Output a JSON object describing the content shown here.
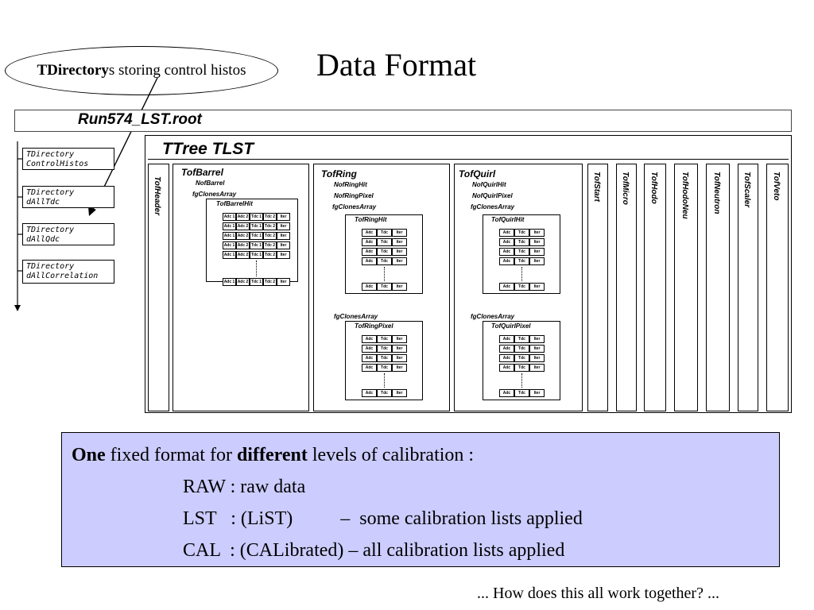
{
  "title": "Data Format",
  "callout": {
    "bold": "TDirectory",
    "rest": "s storing control histos"
  },
  "file_name": "Run574_LST.root",
  "tree_name": "TTree TLST",
  "directories": [
    {
      "line1": "TDirectory",
      "line2": "ControlHistos"
    },
    {
      "line1": "TDirectory",
      "line2": "dAllTdc"
    },
    {
      "line1": "TDirectory",
      "line2": "dAllQdc"
    },
    {
      "line1": "TDirectory",
      "line2": "dAllCorrelation"
    }
  ],
  "branches": {
    "header": "TofHeader",
    "barrel": {
      "title": "TofBarrel",
      "leaf1": "NofBarrel",
      "leaf2": "fgClonesArray",
      "inner": "TofBarrelHit",
      "cells": [
        "Adc 1",
        "Adc 2",
        "Tdc 1",
        "Tdc 2",
        "Iter"
      ]
    },
    "ring": {
      "title": "TofRing",
      "leaf1": "NofRingHit",
      "leaf2": "NofRingPixel",
      "leaf3": "fgClonesArray",
      "inner1": "TofRingHit",
      "inner2": "TofRingPixel",
      "leaf4": "fgClonesArray",
      "cells1": [
        "Adc",
        "Tdc",
        "Iter"
      ],
      "cells2": [
        "Adc",
        "Tdc",
        "Iter"
      ]
    },
    "quirl": {
      "title": "TofQuirl",
      "leaf1": "NofQuirlHit",
      "leaf2": "NofQuirlPixel",
      "leaf3": "fgClonesArray",
      "inner1": "TofQuirlHit",
      "inner2": "TofQuirlPixel",
      "leaf4": "fgClonesArray",
      "cells1": [
        "Adc",
        "Tdc",
        "Iter"
      ],
      "cells2": [
        "Adc",
        "Tdc",
        "Iter"
      ]
    },
    "others": [
      "TofStart",
      "TofMicro",
      "TofHodo",
      "TofHodoNeu",
      "TofNeutron",
      "TofScaler",
      "TofVeto"
    ]
  },
  "info": {
    "line1_bold1": "One",
    "line1_mid": " fixed format for ",
    "line1_bold2": "different",
    "line1_end": " levels of calibration :",
    "raw": "RAW : raw data",
    "lst": "LST   : (LiST)          –  some calibration lists applied",
    "cal": "CAL  : (CALibrated) – all calibration lists applied"
  },
  "footer": "... How does this all work together? ..."
}
